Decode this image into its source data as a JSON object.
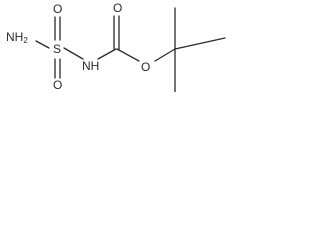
{
  "molecule": {
    "atoms": {
      "amine": {
        "symbol": "NH",
        "subscript": "2"
      },
      "sulfur": {
        "symbol": "S"
      },
      "sulfonyl_oxygen_top": {
        "symbol": "O"
      },
      "sulfonyl_oxygen_bottom": {
        "symbol": "O"
      },
      "carbamate_nitrogen": {
        "symbol": "NH"
      },
      "carbonyl_oxygen": {
        "symbol": "O"
      },
      "ester_oxygen": {
        "symbol": "O"
      }
    }
  }
}
